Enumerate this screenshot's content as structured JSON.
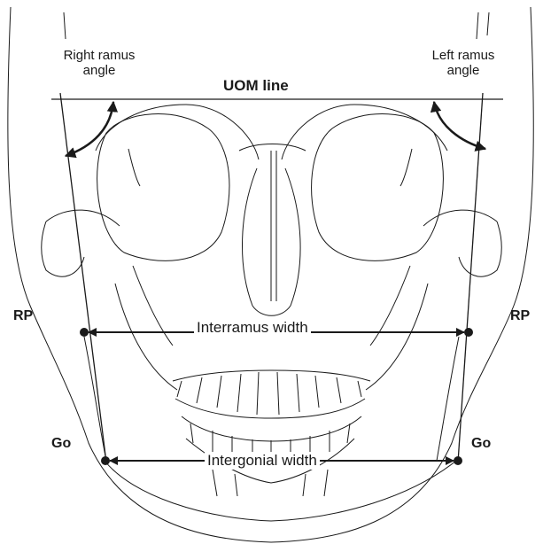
{
  "labels": {
    "right_ramus_angle": "Right ramus angle",
    "left_ramus_angle": "Left ramus angle",
    "uom_line": "UOM line",
    "rp_left": "RP",
    "rp_right": "RP",
    "go_left": "Go",
    "go_right": "Go",
    "interramus_width": "Interramus width",
    "intergonial_width": "Intergonial width"
  },
  "colors": {
    "line": "#1a1a1a",
    "background": "#ffffff"
  }
}
